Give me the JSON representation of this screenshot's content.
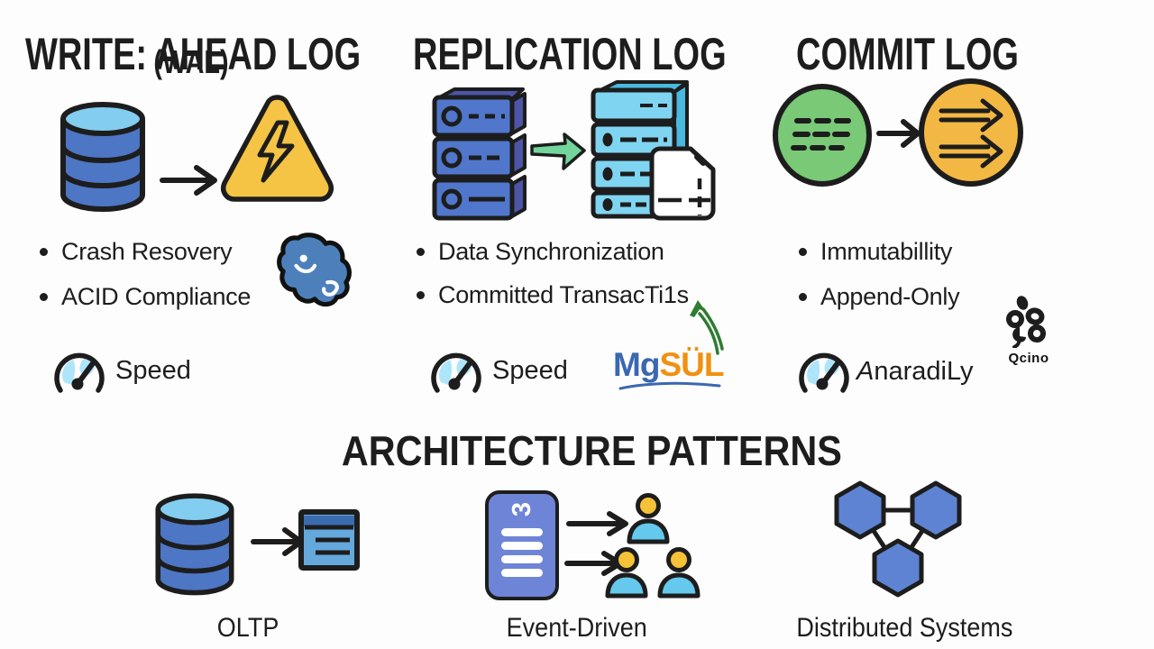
{
  "colors": {
    "bg": "#fdfdfd",
    "ink": "#1d1d1d",
    "db_blue": "#4d76c5",
    "db_top": "#82cdf0",
    "warn_yellow": "#f5c445",
    "server_front": "#5077cc",
    "server_side": "#4c55a6",
    "server_light": "#7fd5f1",
    "server_light_side": "#4ab9de",
    "arrow_green": "#74d59c",
    "circle_green": "#79c977",
    "circle_orange": "#f3b844",
    "gauge_blue": "#aee5fb",
    "pg_blue": "#4d80bb",
    "mysql_blue": "#3a68b0",
    "mysql_orange": "#ef9212",
    "squiggle_green": "#2e7d32",
    "card_purple": "#6e84d6",
    "person_head": "#f5c238",
    "person_body": "#64c9ec",
    "hex_blue": "#5d83d2",
    "oltp_doc_blue": "#64a8dc",
    "oltp_doc_band": "#3c6cb0"
  },
  "columns": {
    "wal": {
      "title": "WRITE: AHEAD LOG",
      "subtitle": "(WAL)",
      "bullets": [
        "Crash Resovery",
        "ACID Compliance"
      ],
      "metric_label": "Speed"
    },
    "replication": {
      "title": "REPLICATION LOG",
      "bullets": [
        "Data Synchronization",
        "Committed TransacTi1s"
      ],
      "metric_label": "Speed",
      "mysql_logo": {
        "part1": "Mg",
        "part2": "SÜL"
      }
    },
    "commit": {
      "title": "COMMIT LOG",
      "bullets": [
        "Immutabillity",
        "Append-Only"
      ],
      "metric_label": "AnaradiLy",
      "kafka_caption": "Qcino"
    }
  },
  "bottom": {
    "title": "ARCHITECTURE PATTERNS",
    "card_glyph": "3",
    "patterns": [
      {
        "label": "OLTP"
      },
      {
        "label": "Event-Driven"
      },
      {
        "label": "Distributed Systems"
      }
    ]
  }
}
